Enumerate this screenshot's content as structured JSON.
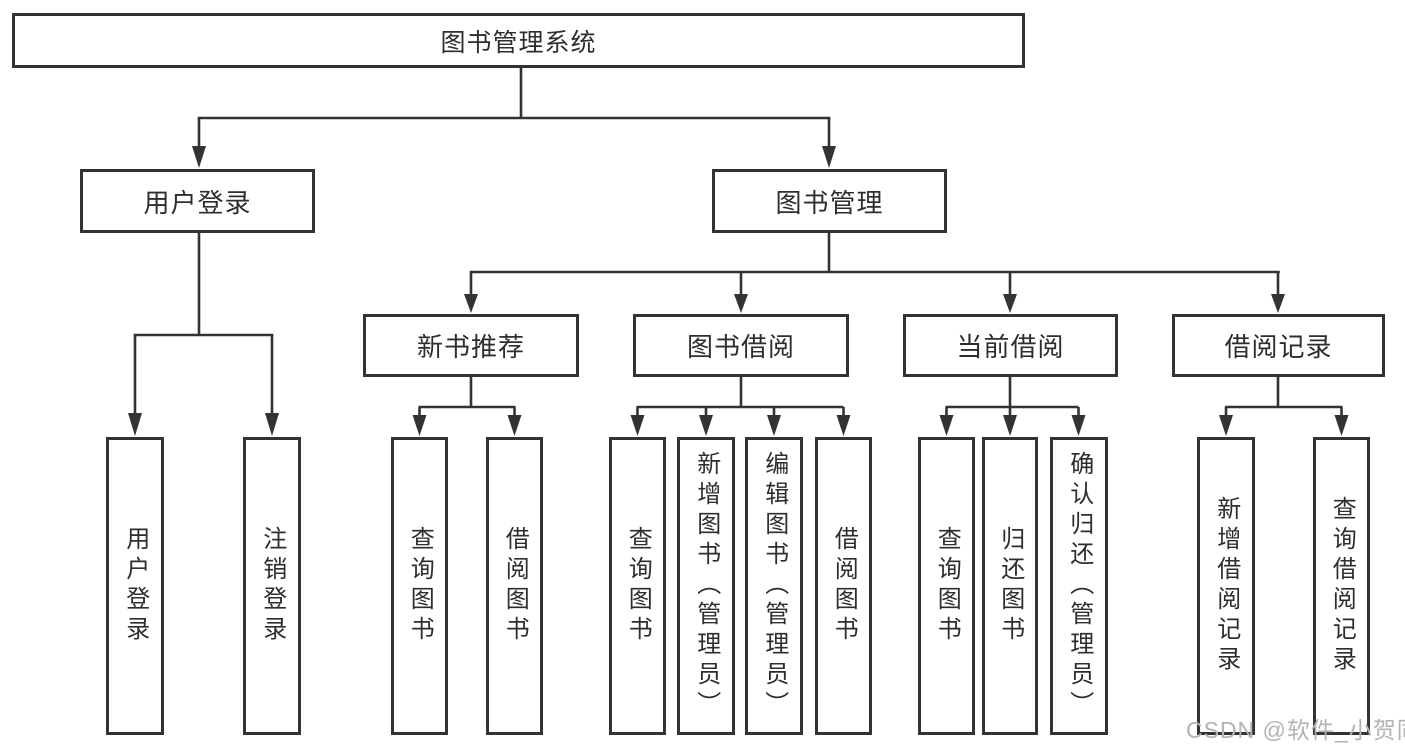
{
  "diagram": {
    "root": "图书管理系统",
    "branches": [
      {
        "label": "用户登录",
        "children": [
          "用户登录",
          "注销登录"
        ]
      },
      {
        "label": "图书管理",
        "children": [
          {
            "label": "新书推荐",
            "children": [
              "查询图书",
              "借阅图书"
            ]
          },
          {
            "label": "图书借阅",
            "children": [
              "查询图书",
              "新增图书（管理员）",
              "编辑图书（管理员）",
              "借阅图书"
            ]
          },
          {
            "label": "当前借阅",
            "children": [
              "查询图书",
              "归还图书",
              "确认归还（管理员）"
            ]
          },
          {
            "label": "借阅记录",
            "children": [
              "新增借阅记录",
              "查询借阅记录"
            ]
          }
        ]
      }
    ]
  },
  "watermark": {
    "text": "CSDN @软件_小贺同学"
  },
  "colors": {
    "line": "#333333",
    "box_border": "#333333",
    "text": "#2e2e2e",
    "watermark": "#b3b3b3",
    "background": "#ffffff"
  }
}
